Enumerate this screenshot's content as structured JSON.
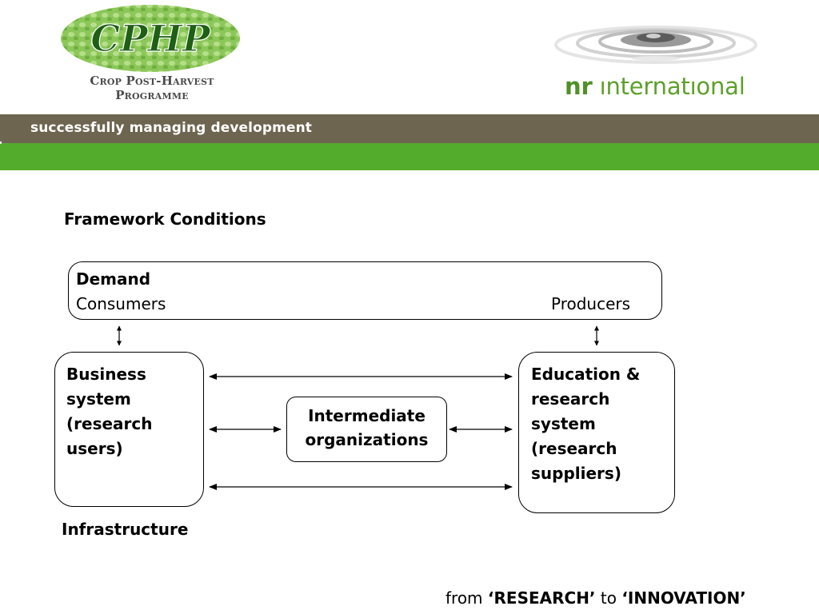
{
  "header": {
    "cphp_logo_text": "CPHP",
    "cphp_subtitle_line1": "Crop Post-Harvest",
    "cphp_subtitle_line2": "Programme",
    "nri_bold": "nr",
    "nri_rest": " ınternatıonal",
    "tagline": "successfully managing development"
  },
  "colors": {
    "gray_band": "#6e6550",
    "green_band": "#54ac2c",
    "nri_green": "#5da02a"
  },
  "diagram": {
    "framework_conditions": "Framework Conditions",
    "demand": {
      "title": "Demand",
      "left": "Consumers",
      "right": "Producers"
    },
    "business": {
      "line1": "Business",
      "line2": "system",
      "line3": "(research",
      "line4": "users)"
    },
    "intermediate": {
      "line1": "Intermediate",
      "line2": "organizations"
    },
    "education": {
      "line1": "Education &",
      "line2": "research",
      "line3": "system",
      "line4": "(research",
      "line5": "suppliers)"
    },
    "infrastructure": "Infrastructure"
  },
  "footer": {
    "from": "from ",
    "research": "‘RESEARCH’",
    "to": " to ",
    "innovation": "‘INNOVATION’"
  }
}
